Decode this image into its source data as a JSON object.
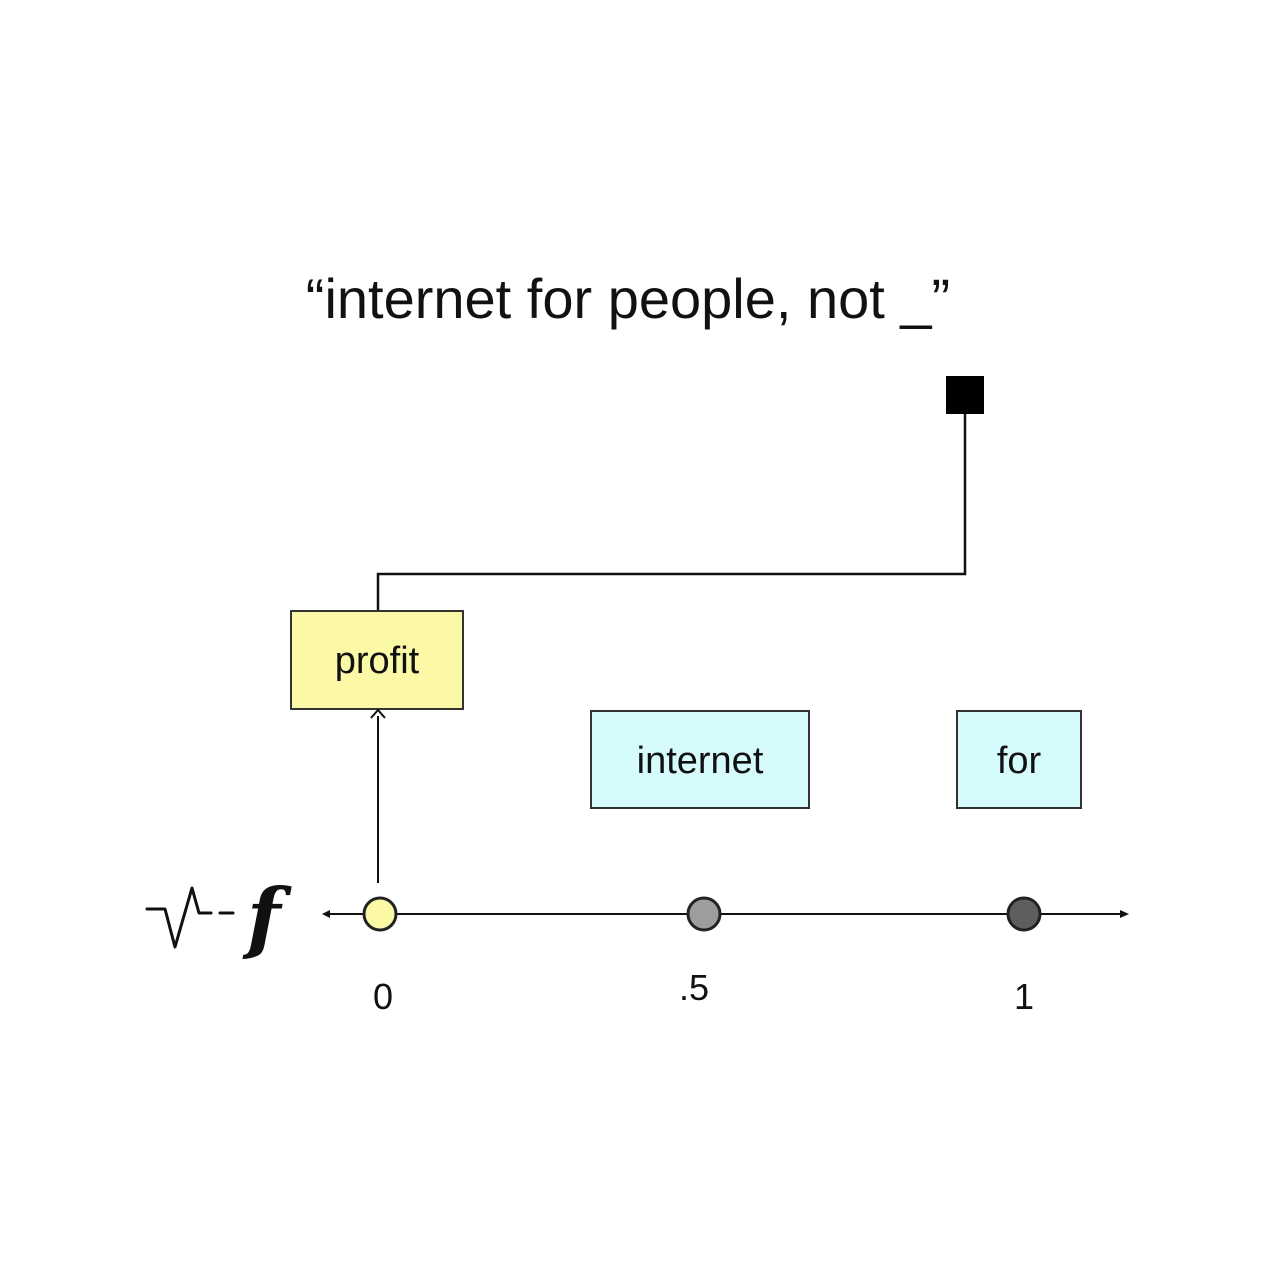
{
  "prompt": {
    "text": "“internet for people, not _”"
  },
  "tokens": [
    {
      "label": "profit",
      "position": 0,
      "fill": "#fbf8a6",
      "point_fill": "#fbf8a6",
      "selected": true
    },
    {
      "label": "internet",
      "position": 0.5,
      "fill": "#d6fbfd",
      "point_fill": "#9d9d9d",
      "selected": false
    },
    {
      "label": "for",
      "position": 1,
      "fill": "#d6fbfd",
      "point_fill": "#5e5e5e",
      "selected": false
    }
  ],
  "axis": {
    "ticks": [
      "0",
      ".5",
      "1"
    ]
  },
  "function_glyph": {
    "text": "f",
    "icon": "waveform-icon"
  },
  "output_marker": {
    "icon": "black-square-icon",
    "color": "#000000"
  }
}
